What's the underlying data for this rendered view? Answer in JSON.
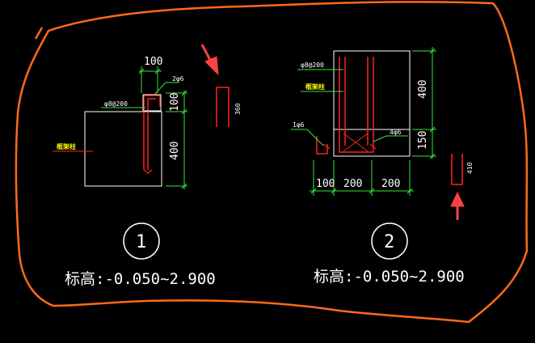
{
  "colors": {
    "background": "#000000",
    "outline": "#ff6a1a",
    "dimension": "#35e635",
    "rebar": "#ff2020",
    "text": "#ffffff",
    "label": "#ffff00",
    "arrow": "#ff4040"
  },
  "detail1": {
    "number": "1",
    "elevation": "标高:-0.050~2.900",
    "column_label": "框架柱",
    "stirrup": "φ8@200",
    "bars": "2φ6",
    "dim_top": "100",
    "dim_side_upper": "100",
    "dim_side_lower": "400",
    "bar_length": "360"
  },
  "detail2": {
    "number": "2",
    "elevation": "标高:-0.050~2.900",
    "column_label": "框架柱",
    "stirrup": "φ8@200",
    "bar_left": "1φ6",
    "bar_right": "4φ6",
    "dim_side_upper": "400",
    "dim_side_lower": "150",
    "dim_bottom": [
      "100",
      "200",
      "200"
    ],
    "bar_length": "410"
  }
}
